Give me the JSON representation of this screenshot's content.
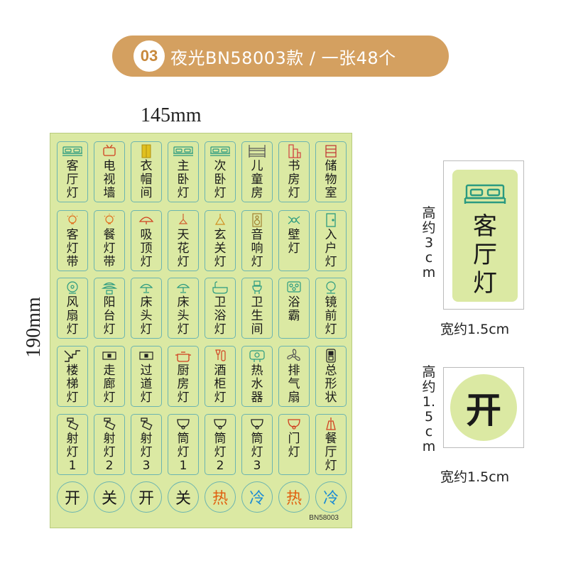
{
  "banner": {
    "badge": "03",
    "title": "夜光BN58003款 / 一张48个"
  },
  "dims": {
    "width": "145mm",
    "height": "190mm"
  },
  "sheet": {
    "code": "BN58003",
    "rows": [
      [
        {
          "label": "客厅灯",
          "icon": "bed-icon"
        },
        {
          "label": "电视墙",
          "icon": "tv-icon"
        },
        {
          "label": "衣帽间",
          "icon": "wardrobe-icon"
        },
        {
          "label": "主卧灯",
          "icon": "bed-icon"
        },
        {
          "label": "次卧灯",
          "icon": "bed-icon"
        },
        {
          "label": "儿童房",
          "icon": "bunk-bed-icon"
        },
        {
          "label": "书房灯",
          "icon": "bookshelf-icon"
        },
        {
          "label": "储物室",
          "icon": "storage-icon"
        }
      ],
      [
        {
          "label": "客灯带",
          "icon": "bulb-icon"
        },
        {
          "label": "餐灯带",
          "icon": "bulb-icon"
        },
        {
          "label": "吸顶灯",
          "icon": "ceiling-lamp-icon"
        },
        {
          "label": "天花灯",
          "icon": "pendant-lamp-icon"
        },
        {
          "label": "玄关灯",
          "icon": "lamp-icon"
        },
        {
          "label": "音响灯",
          "icon": "speaker-icon"
        },
        {
          "label": "壁 灯",
          "icon": "wall-lamp-icon"
        },
        {
          "label": "入户灯",
          "icon": "door-icon"
        }
      ],
      [
        {
          "label": "风扇灯",
          "icon": "fan-icon"
        },
        {
          "label": "阳台灯",
          "icon": "plant-icon"
        },
        {
          "label": "床头灯",
          "icon": "table-lamp-icon"
        },
        {
          "label": "床头灯",
          "icon": "table-lamp-icon"
        },
        {
          "label": "卫浴灯",
          "icon": "bathtub-icon"
        },
        {
          "label": "卫生间",
          "icon": "toilet-icon"
        },
        {
          "label": "浴 霸",
          "icon": "heater-icon"
        },
        {
          "label": "镜前灯",
          "icon": "mirror-icon"
        }
      ],
      [
        {
          "label": "楼梯灯",
          "icon": "stairs-icon"
        },
        {
          "label": "走廊灯",
          "icon": "corridor-icon"
        },
        {
          "label": "过道灯",
          "icon": "corridor-icon"
        },
        {
          "label": "厨房灯",
          "icon": "pot-icon"
        },
        {
          "label": "酒柜灯",
          "icon": "wine-icon"
        },
        {
          "label": "热水器",
          "icon": "water-heater-icon"
        },
        {
          "label": "排气扇",
          "icon": "exhaust-fan-icon"
        },
        {
          "label": "总形状",
          "icon": "switch-icon"
        }
      ],
      [
        {
          "label": "射灯1",
          "icon": "spotlight-icon"
        },
        {
          "label": "射灯2",
          "icon": "spotlight-icon"
        },
        {
          "label": "射灯3",
          "icon": "spotlight-icon"
        },
        {
          "label": "筒灯1",
          "icon": "downlight-icon"
        },
        {
          "label": "筒灯2",
          "icon": "downlight-icon"
        },
        {
          "label": "筒灯3",
          "icon": "downlight-icon"
        },
        {
          "label": "门 灯",
          "icon": "door-lamp-icon"
        },
        {
          "label": "餐厅灯",
          "icon": "chandelier-icon"
        }
      ]
    ],
    "circles": [
      {
        "label": "开",
        "color": "#1a1a1a"
      },
      {
        "label": "关",
        "color": "#1a1a1a"
      },
      {
        "label": "开",
        "color": "#1a1a1a"
      },
      {
        "label": "关",
        "color": "#1a1a1a"
      },
      {
        "label": "热",
        "color": "#e06010"
      },
      {
        "label": "冷",
        "color": "#1a8ad4"
      },
      {
        "label": "热",
        "color": "#e06010"
      },
      {
        "label": "冷",
        "color": "#1a8ad4"
      }
    ]
  },
  "samples": {
    "rect": {
      "label": "客厅灯",
      "height": "高约3cm",
      "width": "宽约1.5cm"
    },
    "square": {
      "label": "开",
      "height": "高约1.5cm",
      "width": "宽约1.5cm"
    }
  }
}
